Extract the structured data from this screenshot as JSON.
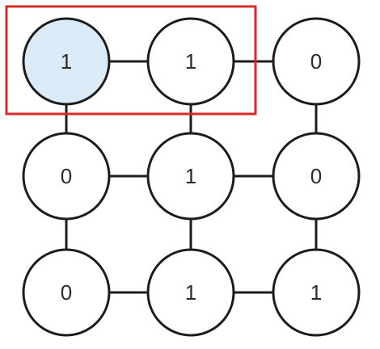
{
  "grid": {
    "rows": [
      [
        "1",
        "1",
        "0"
      ],
      [
        "0",
        "1",
        "0"
      ],
      [
        "0",
        "1",
        "1"
      ]
    ],
    "highlighted_cell": [
      0,
      0
    ],
    "highlighted_region": {
      "row": 0,
      "col_start": 0,
      "col_end": 1
    }
  },
  "colors": {
    "highlight_fill": "#dbeaf7",
    "highlight_box": "#d42a2a",
    "stroke": "#1c1c1c"
  }
}
